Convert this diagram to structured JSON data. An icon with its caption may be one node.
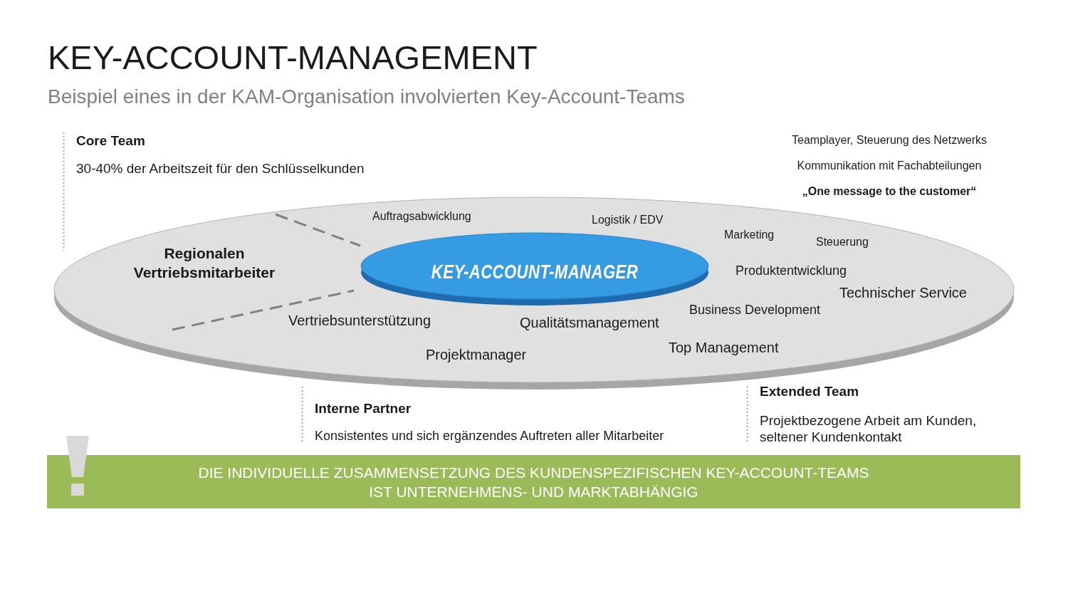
{
  "diagram": {
    "title": "KEY-ACCOUNT-MANAGEMENT",
    "nodes": [
      {
        "text": [
          "Regionalen Vertriebsmitarbeiter",
          "Auftragsabwicklung",
          "Logistik / EDV",
          "Marketing",
          "Steuerung",
          "Produktentwicklung",
          "Technischer Service",
          "Business Development",
          "Vertriebsunterstützung",
          "Qualitätsmanagement",
          "Top Management",
          "Projektmanager"
        ]
      },
      {
        "text": [
          "KEY-ACCOUNT-MANAGER"
        ],
        "in": 0
      },
      {
        "text": [
          "DIE INDIVIDUELLE ZUSAMMENSETZUNG DES KUNDENSPEZIFISCHEN KEY-ACCOUNT-TEAMS IST UNTERNEHMENS- UND MARKTABHÄNGIG"
        ]
      }
    ],
    "labels": [
      "Beispiel eines in der KAM-Organisation involvierten Key-Account-Teams",
      "Core Team",
      "30-40% der Arbeitszeit für den Schlüsselkunden",
      "Teamplayer, Steuerung des Netzwerks",
      "Kommunikation mit Fachabteilungen",
      "„One message to the customer“",
      "Interne Partner",
      "Konsistentes und sich ergänzendes Auftreten aller Mitarbeiter",
      "Extended Team",
      "Projektbezogene Arbeit am Kunden, seltener Kundenkontakt"
    ]
  }
}
